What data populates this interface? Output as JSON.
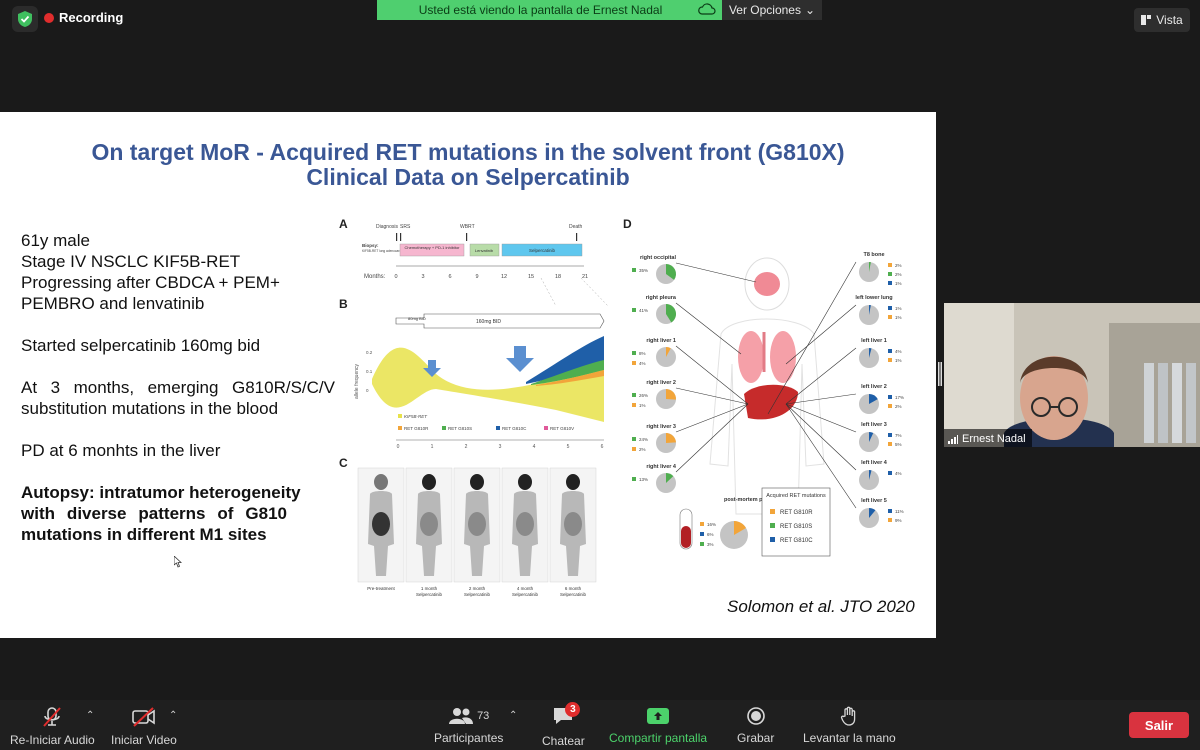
{
  "top": {
    "recording_label": "Recording",
    "share_banner": "Usted está viendo la pantalla de Ernest Nadal",
    "options_label": "Ver Opciones",
    "view_label": "Vista"
  },
  "slide": {
    "title_line1": "On target MoR - Acquired RET mutations in the solvent front (G810X)",
    "title_line2": "Clinical Data on Selpercatinib",
    "patient": [
      "61y male",
      "Stage IV NSCLC KIF5B-RET",
      "Progressing after CBDCA + PEM+",
      "PEMBRO and lenvatinib"
    ],
    "started": "Started selpercatinib 160mg bid",
    "emerging": [
      "At 3 months, emerging G810R/S/C/V",
      "substitution mutations in the blood"
    ],
    "pd": "PD at 6 monhts in the liver",
    "autopsy": [
      "Autopsy: intratumor heterogeneity",
      "with diverse patterns of G810",
      "mutations in different M1 sites"
    ],
    "citation": "Solomon et al. JTO 2020",
    "figure": {
      "panel_a": "A",
      "panel_b": "B",
      "panel_c": "C",
      "panel_d": "D",
      "a_events": [
        "Diagnosis",
        "SRS",
        "WBRT",
        "Death"
      ],
      "a_biopsy": "Biopsy:",
      "a_biopsy_note": "KIF5B-RET lung adenocarcinoma",
      "a_treatments": [
        "Chemotherapy + PD-1 inhibitor",
        "Lenvatinib",
        "Selpercatinib"
      ],
      "a_months_label": "Months:",
      "a_months": [
        "0",
        "3",
        "6",
        "9",
        "12",
        "15",
        "18",
        "21"
      ],
      "b_dose1": "80mg BID",
      "b_dose2": "160mg BID",
      "b_ylabel": "allele frequency",
      "b_yticks": [
        "0.2",
        "0.1",
        "0"
      ],
      "b_xticks": [
        "0",
        "1",
        "2",
        "3",
        "4",
        "5",
        "6"
      ],
      "b_legend": [
        "KIF5B-RET",
        "RET G810R",
        "RET G810S",
        "RET G810C",
        "RET G810V"
      ],
      "c_labels": [
        "Pre-treatment",
        "1 month Selpercatinib",
        "2 month Selpercatinib",
        "4 month Selpercatinib",
        "6 month Selpercatinib"
      ],
      "d_left": [
        {
          "site": "right occipital",
          "vals": [
            "35%"
          ]
        },
        {
          "site": "right pleura",
          "vals": [
            "41%"
          ]
        },
        {
          "site": "right liver 1",
          "vals": [
            "8%",
            "4%"
          ]
        },
        {
          "site": "right liver 2",
          "vals": [
            "26%",
            "1%"
          ]
        },
        {
          "site": "right liver 3",
          "vals": [
            "24%",
            "2%"
          ]
        },
        {
          "site": "right liver 4",
          "vals": [
            "13%"
          ]
        }
      ],
      "d_right": [
        {
          "site": "T8 bone",
          "vals": [
            "2%",
            "2%",
            "1%"
          ]
        },
        {
          "site": "left lower lung",
          "vals": [
            "1%",
            "1%"
          ]
        },
        {
          "site": "left liver 1",
          "vals": [
            "4%",
            "1%"
          ]
        },
        {
          "site": "left liver 2",
          "vals": [
            "17%",
            "2%"
          ]
        },
        {
          "site": "left liver 3",
          "vals": [
            "7%",
            "5%"
          ]
        },
        {
          "site": "left liver 4",
          "vals": [
            "4%"
          ]
        },
        {
          "site": "left liver 5",
          "vals": [
            "11%",
            "9%"
          ]
        }
      ],
      "d_plasma": "post-mortem plasma",
      "d_plasma_vals": [
        "16%",
        "6%",
        "3%"
      ],
      "d_legend_title": "Acquired RET mutations",
      "d_legend": [
        "RET G810R",
        "RET G810S",
        "RET G810C"
      ]
    }
  },
  "video": {
    "name": "Ernest Nadal"
  },
  "toolbar": {
    "audio": "Re-Iniciar Audio",
    "video": "Iniciar Video",
    "participants": "Participantes",
    "participants_count": "73",
    "chat": "Chatear",
    "chat_badge": "3",
    "share": "Compartir pantalla",
    "record": "Grabar",
    "raise": "Levantar la mano",
    "exit": "Salir"
  },
  "colors": {
    "title": "#3a5795",
    "banner": "#4fcf6f",
    "exit": "#d9333f",
    "g810r": "#f2a53a",
    "g810s": "#4fae4f",
    "g810c": "#1f5fa8",
    "g810v": "#e05a9a",
    "kif5b": "#e8e24a"
  }
}
